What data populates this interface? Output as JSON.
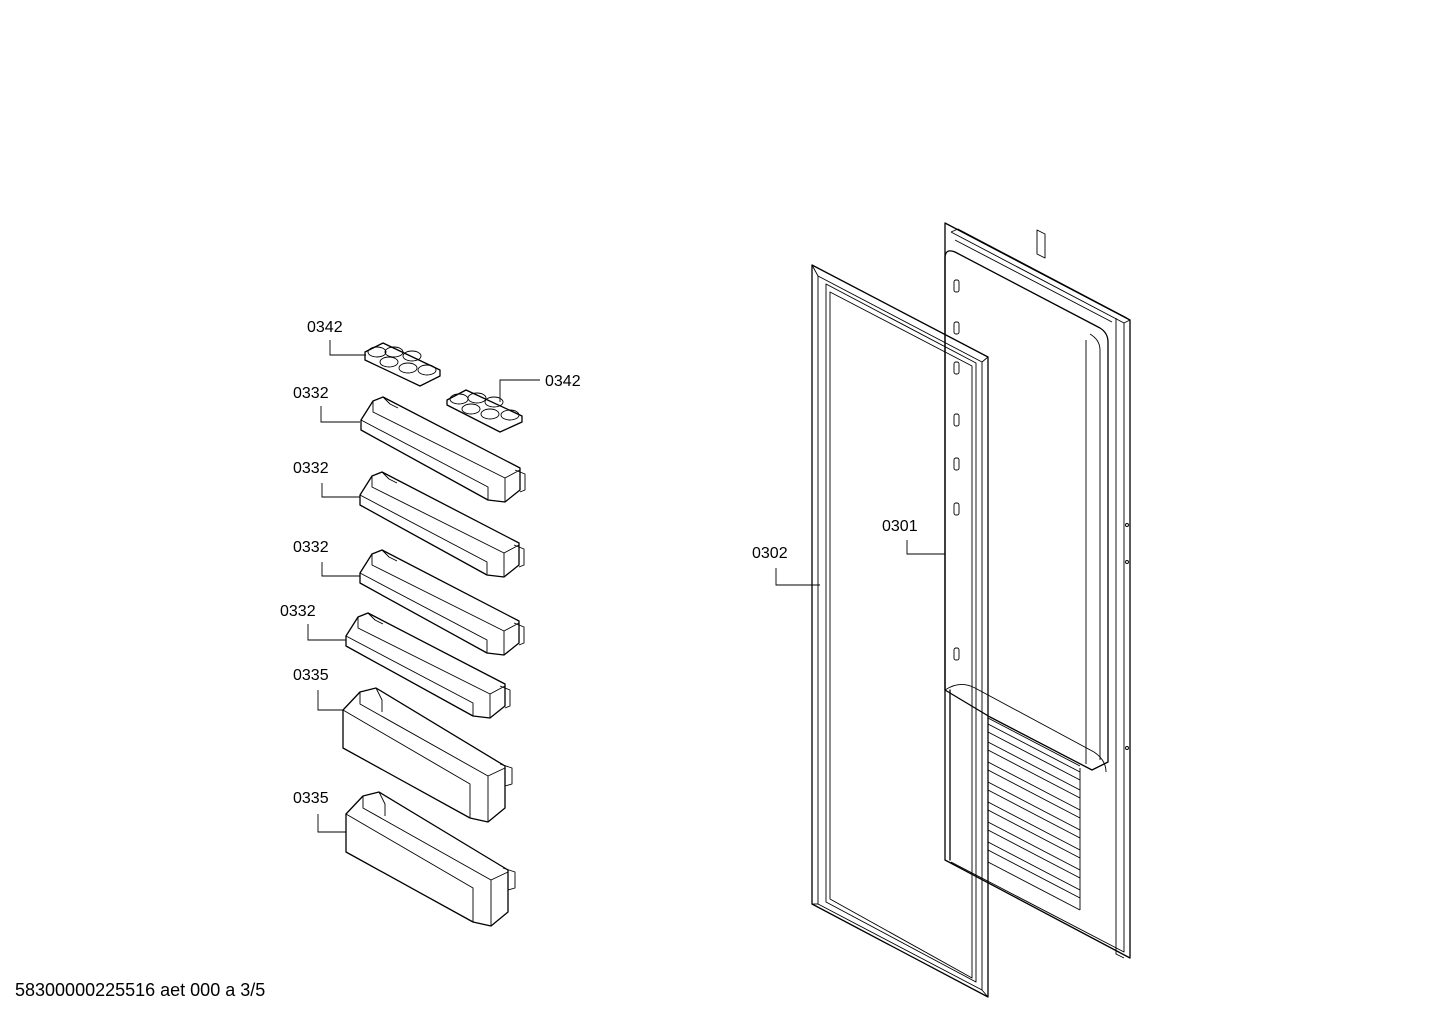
{
  "callouts": {
    "egg_tray_upper": "0342",
    "egg_tray_right": "0342",
    "door_shelf_1": "0332",
    "door_shelf_2": "0332",
    "door_shelf_3": "0332",
    "door_shelf_4": "0332",
    "bottle_shelf_1": "0335",
    "bottle_shelf_2": "0335",
    "door_gasket": "0302",
    "inner_door_panel": "0301"
  },
  "footer": {
    "document_code": "58300000225516 aet 000 a 3/5"
  }
}
